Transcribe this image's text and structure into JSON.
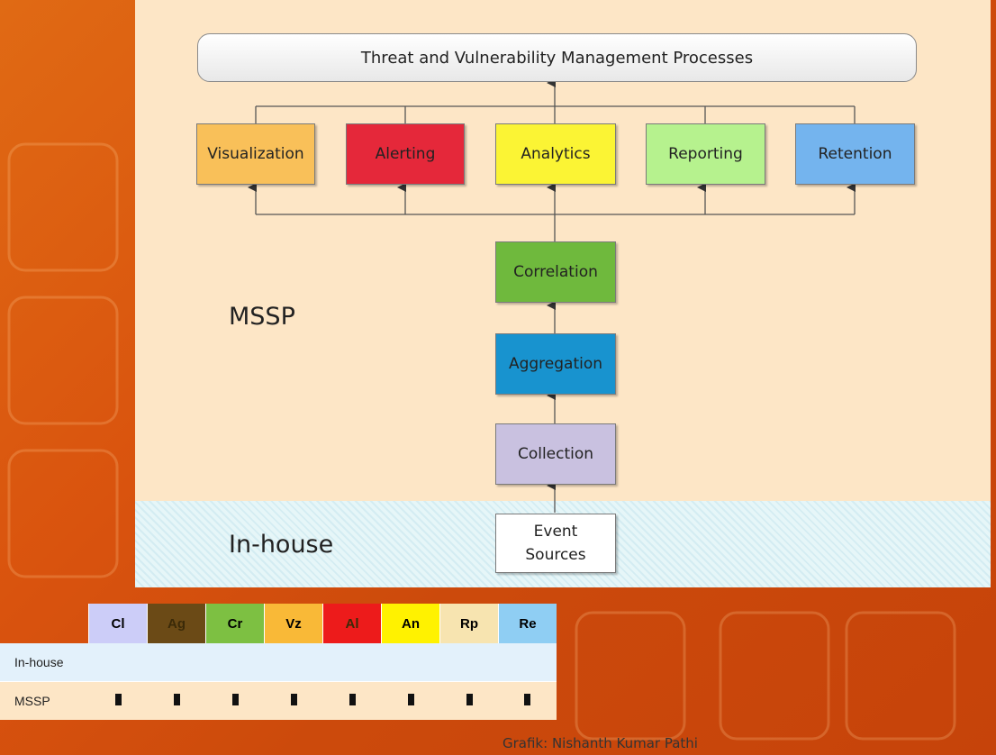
{
  "diagram": {
    "header": "Threat and Vulnerability Management Processes",
    "functions": [
      {
        "label": "Visualization",
        "color": "#f9c059"
      },
      {
        "label": "Alerting",
        "color": "#e5283a"
      },
      {
        "label": "Analytics",
        "color": "#fbf434"
      },
      {
        "label": "Reporting",
        "color": "#b6f28e"
      },
      {
        "label": "Retention",
        "color": "#74b4ee"
      }
    ],
    "pipeline": [
      {
        "label": "Correlation",
        "color": "#6fb93d"
      },
      {
        "label": "Aggregation",
        "color": "#1893cf"
      },
      {
        "label": "Collection",
        "color": "#c9c1e0"
      }
    ],
    "source": {
      "line1": "Event",
      "line2": "Sources",
      "color": "#ffffff"
    },
    "zones": {
      "mssp": "MSSP",
      "inhouse": "In-house"
    }
  },
  "matrix": {
    "columns": [
      {
        "label": "Cl",
        "color": "#cccdf8"
      },
      {
        "label": "Ag",
        "color": "#6b4a16"
      },
      {
        "label": "Cr",
        "color": "#7dc042"
      },
      {
        "label": "Vz",
        "color": "#f9b937"
      },
      {
        "label": "Al",
        "color": "#ed1b1b"
      },
      {
        "label": "An",
        "color": "#fff200"
      },
      {
        "label": "Rp",
        "color": "#f7e4b0"
      },
      {
        "label": "Re",
        "color": "#8fcef3"
      }
    ],
    "rows": [
      {
        "label": "In-house",
        "marks": [
          false,
          false,
          false,
          false,
          false,
          false,
          false,
          false
        ]
      },
      {
        "label": "MSSP",
        "marks": [
          true,
          true,
          true,
          true,
          true,
          true,
          true,
          true
        ]
      }
    ]
  },
  "credit": "Grafik: Nishanth Kumar Pathi"
}
